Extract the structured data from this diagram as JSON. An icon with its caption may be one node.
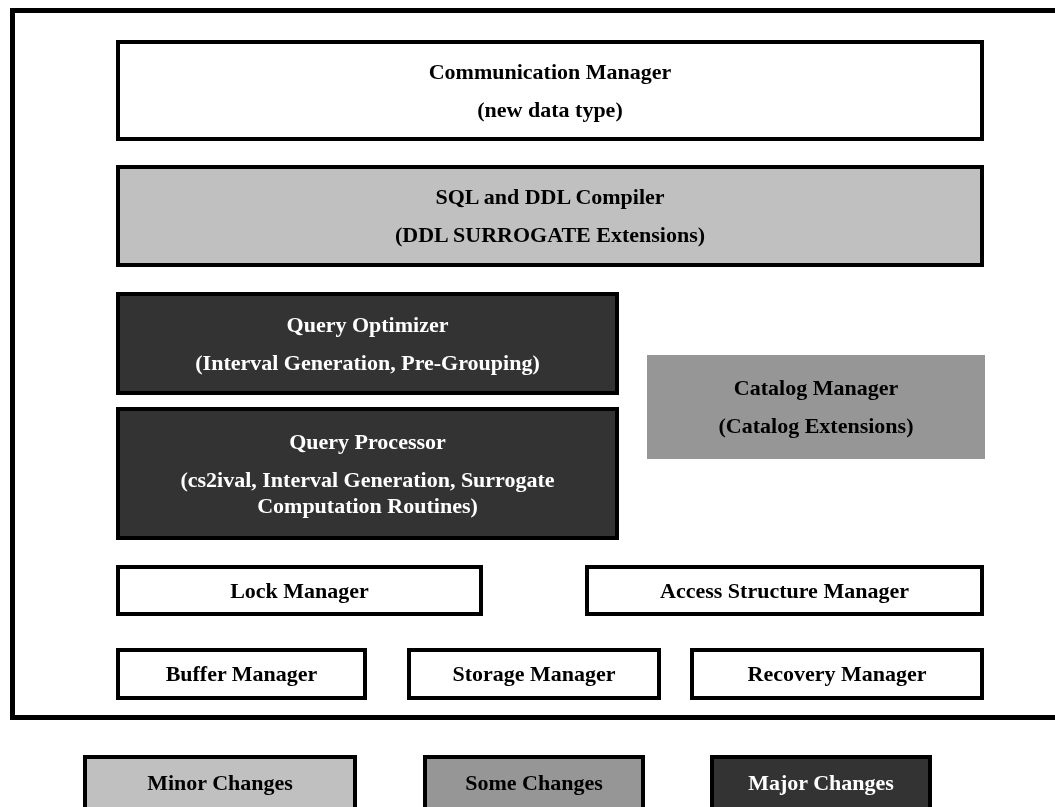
{
  "diagram": {
    "nodes": [
      {
        "text": [
          "Communication Manager",
          "(new data type)"
        ]
      },
      {
        "text": [
          "SQL and DDL Compiler",
          "(DDL SURROGATE Extensions)"
        ]
      },
      {
        "text": [
          "Query Optimizer",
          "(Interval Generation, Pre-Grouping)"
        ]
      },
      {
        "text": [
          "Query Processor",
          "(cs2ival, Interval Generation, Surrogate Computation Routines)"
        ]
      },
      {
        "text": [
          "Catalog Manager",
          "(Catalog Extensions)"
        ]
      },
      {
        "text": [
          "Lock Manager"
        ]
      },
      {
        "text": [
          "Access Structure Manager"
        ]
      },
      {
        "text": [
          "Buffer Manager"
        ]
      },
      {
        "text": [
          "Storage Manager"
        ]
      },
      {
        "text": [
          "Recovery Manager"
        ]
      }
    ],
    "legend": [
      {
        "text": "Minor Changes",
        "color": "#c0c0c0"
      },
      {
        "text": "Some Changes",
        "color": "#969696"
      },
      {
        "text": "Major Changes",
        "color": "#333333"
      }
    ]
  }
}
